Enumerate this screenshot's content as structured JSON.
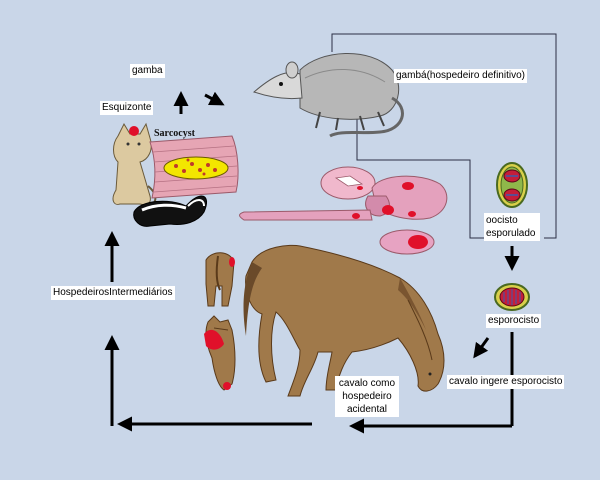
{
  "labels": {
    "gamba": "gamba",
    "esquizonte": "Esquizonte",
    "sarcocyst": "Sarcocyst",
    "definitive_host": "gambá(hospedeiro definitivo)",
    "oocyst": "oocisto esporulado",
    "sporocyst": "esporocisto",
    "horse_ingests": "cavalo ingere esporocisto",
    "horse_accidental": "cavalo como hospedeiro acidental",
    "intermediate_hosts": "HospedeirosIntermediários"
  },
  "colors": {
    "background": "#c9d6e8",
    "arrow": "#000000",
    "lesion": "#e0102a",
    "horse": "#a0794a",
    "muscle": "#e6a5b4",
    "cyst": "#f3e600"
  }
}
